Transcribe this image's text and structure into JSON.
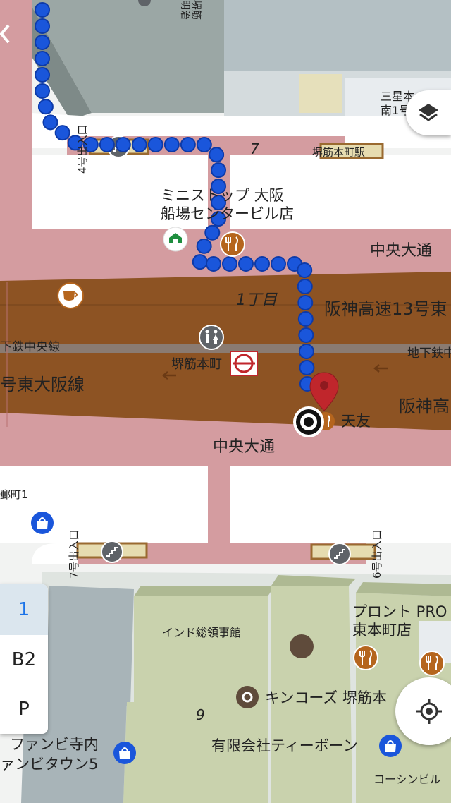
{
  "map": {
    "labels": {
      "road_7": "7",
      "chome_1": "1丁目",
      "block_9": "9",
      "chuo_odori_top": "中央大通",
      "chuo_odori_bottom": "中央大通",
      "hanshin_13": "阪神高速13号東",
      "hanshin_right": "阪神高",
      "higashi_osaka_line": "号東大阪線",
      "subway_chuo_line": "下鉄中央線",
      "subway_right": "地下鉄中",
      "station": "堺筋本町",
      "ministop_1": "ミニストップ 大阪",
      "ministop_2": "船場センタービル店",
      "station_exit": "堺筋本町駅",
      "exit_4": "4号出入口",
      "exit_7": "7号出入口",
      "exit_6": "6号出入口",
      "tentomo": "天友",
      "sansei_1": "三星本",
      "sansei_2": "南1号",
      "meiji": "明治",
      "sakai": "堺筋",
      "tabi_1": "郵町1",
      "india_consulate": "インド総領事館",
      "pronto_1": "プロント PRO",
      "pronto_2": "東本町店",
      "kinkos": "キンコーズ 堺筋本",
      "tbone": "有限会社ティーボーン",
      "fanbi_1": "ファンビ寺内",
      "fanbi_2": "ァンビタウン5",
      "coshin": "コーシンビル"
    },
    "colors": {
      "route": "#1a56db",
      "highway": "#8d5323",
      "sidewalk": "#d49ca0",
      "road": "#ffffff",
      "building": "#c9d2ad",
      "pin": "#c0262c"
    }
  },
  "levels": [
    "1",
    "B2",
    "P"
  ],
  "active_level": "1"
}
